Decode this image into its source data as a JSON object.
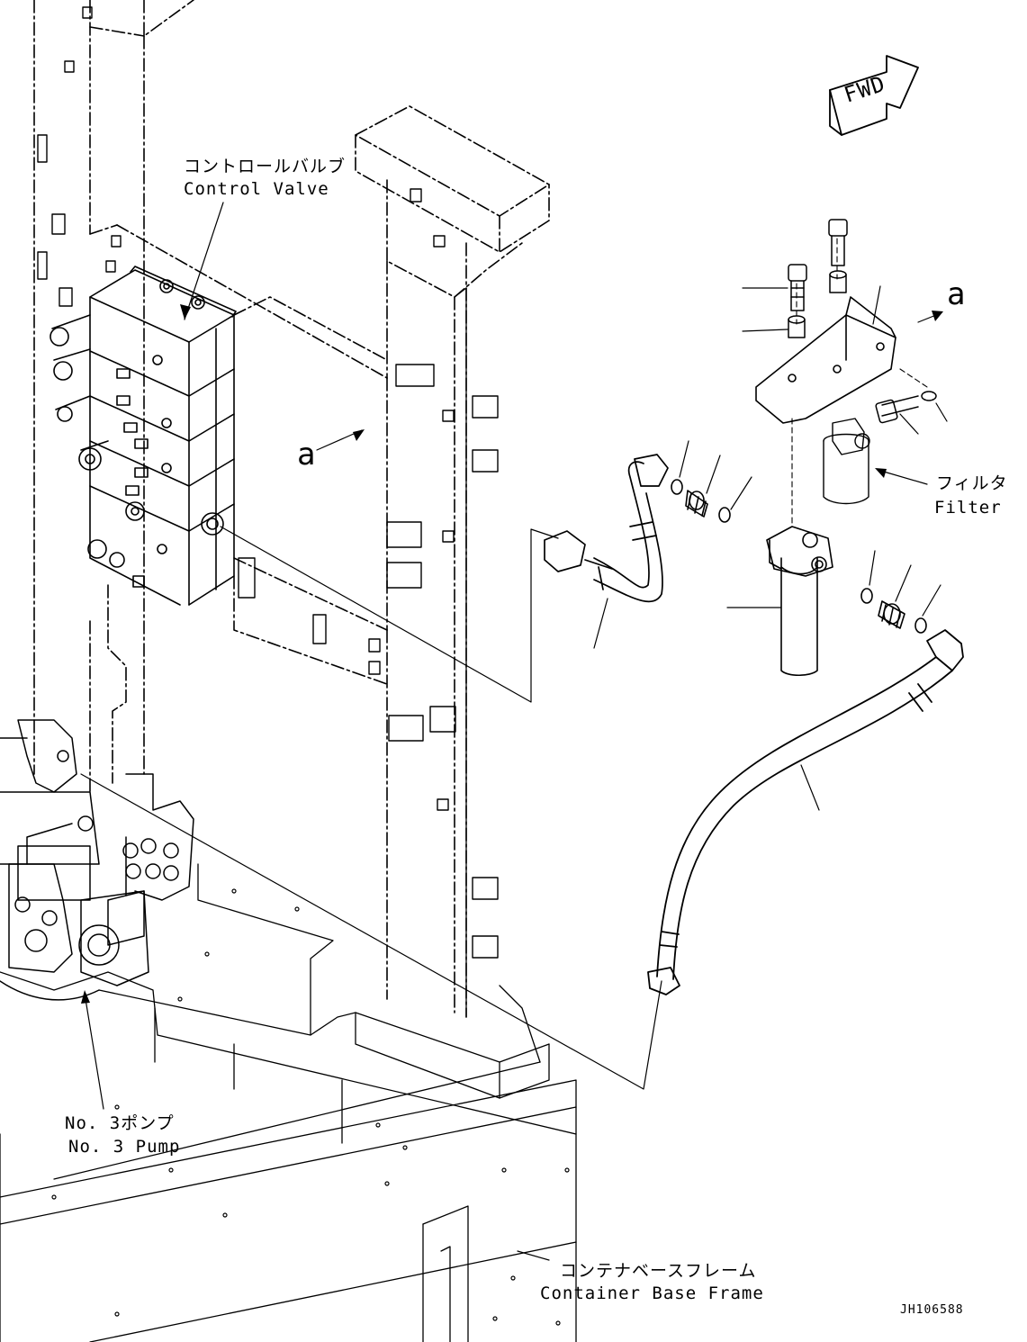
{
  "labels": {
    "control_valve_jp": "コントロールバルブ",
    "control_valve_en": "Control Valve",
    "filter_jp": "フィルタ",
    "filter_en": "Filter",
    "pump_jp": "No. 3ポンプ",
    "pump_en": "No. 3 Pump",
    "base_frame_jp": "コンテナベースフレーム",
    "base_frame_en": "Container Base Frame",
    "view_marker_left": "a",
    "view_marker_right": "a",
    "fwd": "FWD",
    "drawing_number": "JH106588"
  },
  "colors": {
    "line": "#000000",
    "background": "#ffffff"
  }
}
